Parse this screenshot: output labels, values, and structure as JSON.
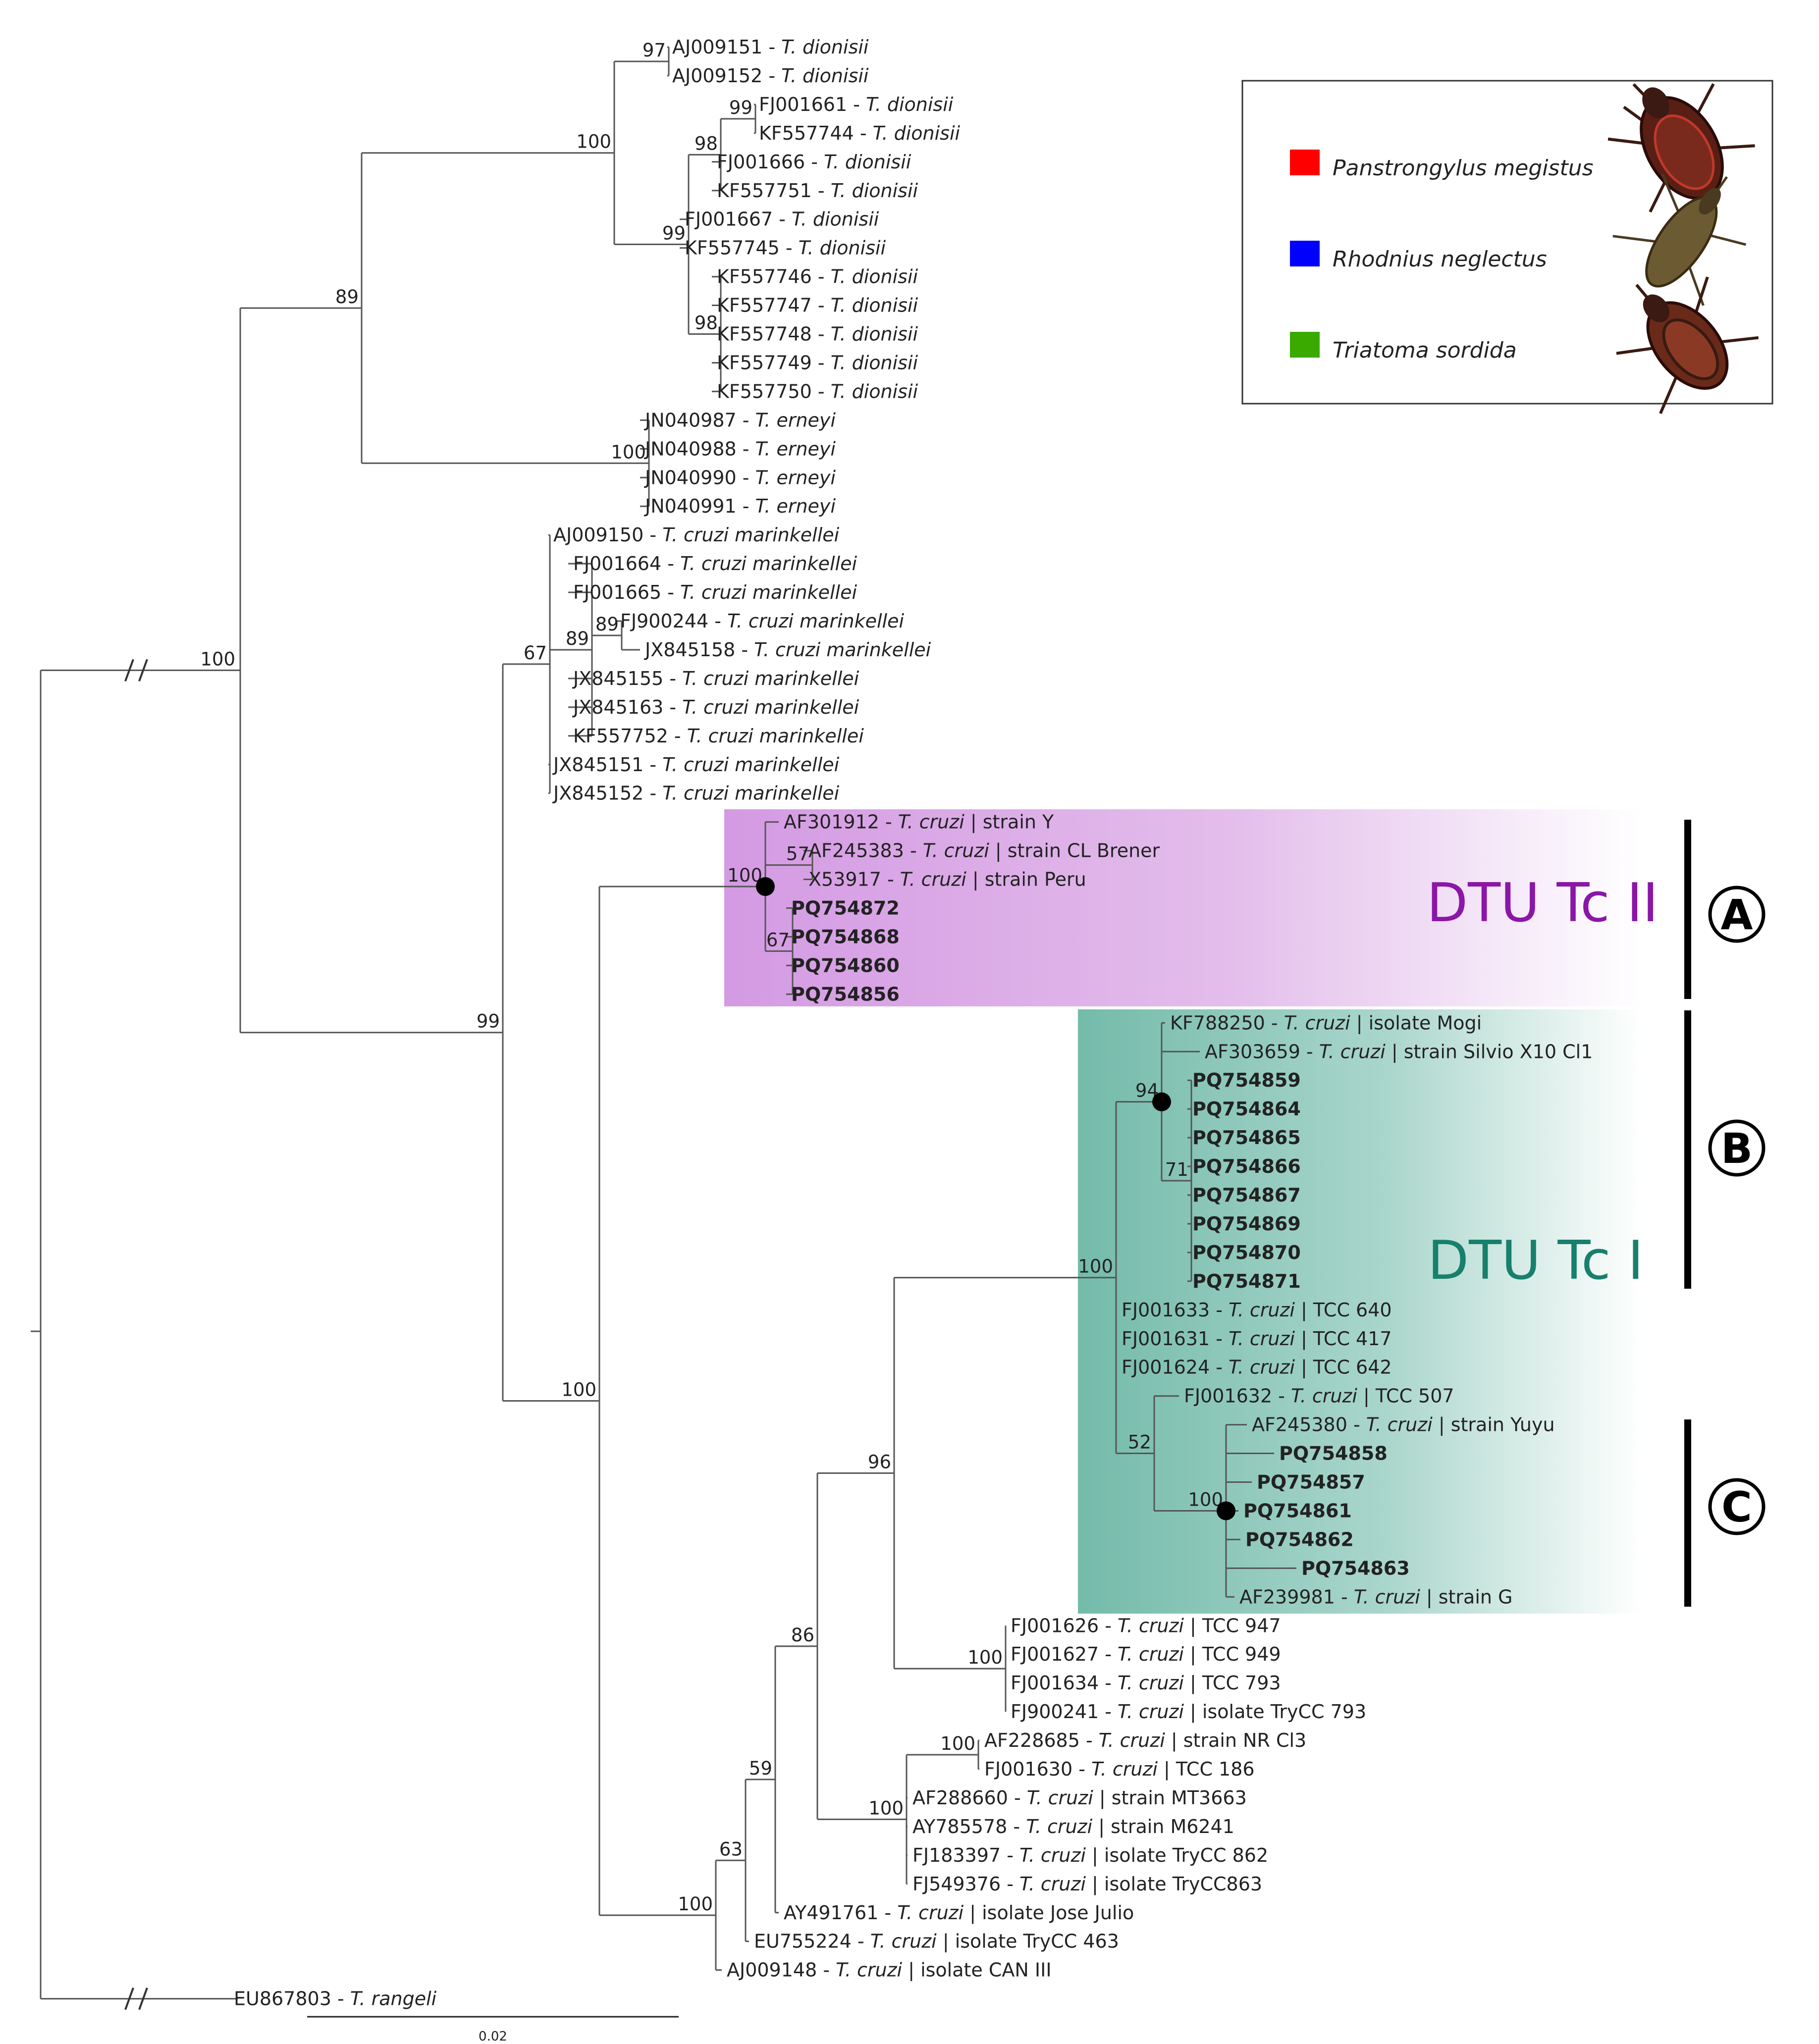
{
  "figure": {
    "scale_label": "0.02",
    "dtu_labels": [
      {
        "id": "tc2",
        "text": "DTU Tc II",
        "color": "#8b16a8"
      },
      {
        "id": "tc1",
        "text": "DTU Tc I",
        "color": "#17806d"
      }
    ],
    "clade_letters": [
      "A",
      "B",
      "C"
    ],
    "legend": [
      {
        "name": "Panstrongylus megistus",
        "color": "#ff0000",
        "icon": "panstrongylus-bug-icon"
      },
      {
        "name": "Rhodnius neglectus",
        "color": "#0000ff",
        "icon": "rhodnius-bug-icon"
      },
      {
        "name": "Triatoma sordida",
        "color": "#3aaa00",
        "icon": "triatoma-bug-icon"
      }
    ],
    "colors": {
      "red": "#ff1a1a",
      "blue": "#1a1aff",
      "green": "#33aa11",
      "clade_tc2": "#d9a3e6",
      "clade_tc1": "#7cbfb0"
    }
  },
  "leaves": [
    {
      "id": "L0",
      "acc": "AJ009151",
      "sp": "T. dionisii"
    },
    {
      "id": "L1",
      "acc": "AJ009152",
      "sp": "T. dionisii"
    },
    {
      "id": "L2",
      "acc": "FJ001661",
      "sp": "T. dionisii"
    },
    {
      "id": "L3",
      "acc": "KF557744",
      "sp": "T. dionisii"
    },
    {
      "id": "L4",
      "acc": "FJ001666",
      "sp": "T. dionisii"
    },
    {
      "id": "L5",
      "acc": "KF557751",
      "sp": "T. dionisii"
    },
    {
      "id": "L6",
      "acc": "FJ001667",
      "sp": "T. dionisii"
    },
    {
      "id": "L7",
      "acc": "KF557745",
      "sp": "T. dionisii"
    },
    {
      "id": "L8",
      "acc": "KF557746",
      "sp": "T. dionisii"
    },
    {
      "id": "L9",
      "acc": "KF557747",
      "sp": "T. dionisii"
    },
    {
      "id": "L10",
      "acc": "KF557748",
      "sp": "T. dionisii"
    },
    {
      "id": "L11",
      "acc": "KF557749",
      "sp": "T. dionisii"
    },
    {
      "id": "L12",
      "acc": "KF557750",
      "sp": "T. dionisii"
    },
    {
      "id": "L13",
      "acc": "JN040987",
      "sp": "T. erneyi"
    },
    {
      "id": "L14",
      "acc": "JN040988",
      "sp": "T. erneyi"
    },
    {
      "id": "L15",
      "acc": "JN040990",
      "sp": "T. erneyi"
    },
    {
      "id": "L16",
      "acc": "JN040991",
      "sp": "T. erneyi"
    },
    {
      "id": "L17",
      "acc": "AJ009150",
      "sp": "T. cruzi marinkellei"
    },
    {
      "id": "L18",
      "acc": "FJ001664",
      "sp": "T. cruzi marinkellei"
    },
    {
      "id": "L19",
      "acc": "FJ001665",
      "sp": "T. cruzi marinkellei"
    },
    {
      "id": "L20",
      "acc": "FJ900244",
      "sp": "T. cruzi marinkellei"
    },
    {
      "id": "L21",
      "acc": "JX845158",
      "sp": "T. cruzi marinkellei"
    },
    {
      "id": "L22",
      "acc": "JX845155",
      "sp": "T. cruzi marinkellei"
    },
    {
      "id": "L23",
      "acc": "JX845163",
      "sp": "T. cruzi marinkellei"
    },
    {
      "id": "L24",
      "acc": "KF557752",
      "sp": "T. cruzi marinkellei"
    },
    {
      "id": "L25",
      "acc": "JX845151",
      "sp": "T. cruzi marinkellei"
    },
    {
      "id": "L26",
      "acc": "JX845152",
      "sp": "T. cruzi marinkellei"
    },
    {
      "id": "L27",
      "acc": "AF301912",
      "sp": "T. cruzi",
      "extra": "strain Y"
    },
    {
      "id": "L28",
      "acc": "AF245383",
      "sp": "T. cruzi",
      "extra": "strain CL Brener"
    },
    {
      "id": "L29",
      "acc": "X53917",
      "sp": "T. cruzi",
      "extra": "strain Peru"
    },
    {
      "id": "L30",
      "acc": "PQ754872",
      "color": "red"
    },
    {
      "id": "L31",
      "acc": "PQ754868",
      "color": "red"
    },
    {
      "id": "L32",
      "acc": "PQ754860",
      "color": "red"
    },
    {
      "id": "L33",
      "acc": "PQ754856",
      "color": "red"
    },
    {
      "id": "L34",
      "acc": "KF788250",
      "sp": "T. cruzi",
      "extra": "isolate Mogi"
    },
    {
      "id": "L35",
      "acc": "AF303659",
      "sp": "T. cruzi",
      "extra": "strain Silvio X10 Cl1"
    },
    {
      "id": "L36",
      "acc": "PQ754859",
      "color": "red"
    },
    {
      "id": "L37",
      "acc": "PQ754864",
      "color": "red"
    },
    {
      "id": "L38",
      "acc": "PQ754865",
      "color": "red"
    },
    {
      "id": "L39",
      "acc": "PQ754866",
      "color": "red"
    },
    {
      "id": "L40",
      "acc": "PQ754867",
      "color": "red"
    },
    {
      "id": "L41",
      "acc": "PQ754869",
      "color": "blue"
    },
    {
      "id": "L42",
      "acc": "PQ754870",
      "color": "green"
    },
    {
      "id": "L43",
      "acc": "PQ754871",
      "color": "green"
    },
    {
      "id": "L44",
      "acc": "FJ001633",
      "sp": "T. cruzi",
      "extra": "TCC 640"
    },
    {
      "id": "L45",
      "acc": "FJ001631",
      "sp": "T. cruzi",
      "extra": "TCC 417"
    },
    {
      "id": "L46",
      "acc": "FJ001624",
      "sp": "T. cruzi",
      "extra": "TCC 642"
    },
    {
      "id": "L47",
      "acc": "FJ001632",
      "sp": "T. cruzi",
      "extra": "TCC 507"
    },
    {
      "id": "L48",
      "acc": "AF245380",
      "sp": "T. cruzi",
      "extra": "strain Yuyu"
    },
    {
      "id": "L49",
      "acc": "PQ754858",
      "color": "red"
    },
    {
      "id": "L50",
      "acc": "PQ754857",
      "color": "red"
    },
    {
      "id": "L51",
      "acc": "PQ754861",
      "color": "red"
    },
    {
      "id": "L52",
      "acc": "PQ754862",
      "color": "red"
    },
    {
      "id": "L53",
      "acc": "PQ754863",
      "color": "red"
    },
    {
      "id": "L54",
      "acc": "AF239981",
      "sp": "T. cruzi",
      "extra": "strain G"
    },
    {
      "id": "L55",
      "acc": "FJ001626",
      "sp": "T. cruzi",
      "extra": "TCC 947"
    },
    {
      "id": "L56",
      "acc": "FJ001627",
      "sp": "T. cruzi",
      "extra": "TCC 949"
    },
    {
      "id": "L57",
      "acc": "FJ001634",
      "sp": "T. cruzi",
      "extra": "TCC 793"
    },
    {
      "id": "L58",
      "acc": "FJ900241",
      "sp": "T. cruzi",
      "extra": "isolate TryCC 793"
    },
    {
      "id": "L59",
      "acc": "AF228685",
      "sp": "T. cruzi",
      "extra": "strain NR Cl3"
    },
    {
      "id": "L60",
      "acc": "FJ001630",
      "sp": "T. cruzi",
      "extra": "TCC 186"
    },
    {
      "id": "L61",
      "acc": "AF288660",
      "sp": "T. cruzi",
      "extra": "strain MT3663"
    },
    {
      "id": "L62",
      "acc": "AY785578",
      "sp": "T. cruzi",
      "extra": "strain M6241"
    },
    {
      "id": "L63",
      "acc": "FJ183397",
      "sp": "T. cruzi",
      "extra": "isolate TryCC 862"
    },
    {
      "id": "L64",
      "acc": "FJ549376",
      "sp": "T. cruzi",
      "extra": "isolate TryCC863"
    },
    {
      "id": "L65",
      "acc": "AY491761",
      "sp": "T. cruzi",
      "extra": "isolate Jose Julio"
    },
    {
      "id": "L66",
      "acc": "EU755224",
      "sp": "T. cruzi",
      "extra": "isolate TryCC 463"
    },
    {
      "id": "L67",
      "acc": "AJ009148",
      "sp": "T. cruzi",
      "extra": "isolate CAN III"
    },
    {
      "id": "L68",
      "acc": "EU867803",
      "sp": "T. rangeli"
    }
  ],
  "bootstrap": [
    "97",
    "100",
    "99",
    "98",
    "99",
    "98",
    "89",
    "100",
    "100",
    "89",
    "67",
    "89",
    "100",
    "57",
    "67",
    "100",
    "94",
    "71",
    "100",
    "52",
    "100",
    "96",
    "100",
    "86",
    "100",
    "100",
    "59",
    "63",
    "100",
    "99"
  ]
}
